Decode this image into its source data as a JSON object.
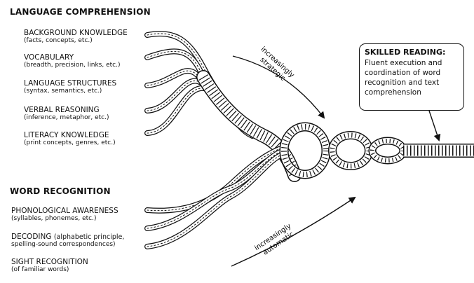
{
  "language_comprehension": {
    "heading": "LANGUAGE COMPREHENSION",
    "strands": [
      {
        "title": "BACKGROUND KNOWLEDGE",
        "detail": "(facts, concepts, etc.)"
      },
      {
        "title": "VOCABULARY",
        "detail": "(breadth, precision, links, etc.)"
      },
      {
        "title": "LANGUAGE STRUCTURES",
        "detail": "(syntax, semantics, etc.)"
      },
      {
        "title": "VERBAL REASONING",
        "detail": "(inference, metaphor, etc.)"
      },
      {
        "title": "LITERACY KNOWLEDGE",
        "detail": "(print concepts, genres, etc.)"
      }
    ]
  },
  "word_recognition": {
    "heading": "WORD RECOGNITION",
    "strands": [
      {
        "title": "PHONOLOGICAL AWARENESS",
        "detail": "(syllables, phonemes, etc.)"
      },
      {
        "title": "DECODING",
        "detail": "(alphabetic principle,",
        "detail2": "spelling-sound correspondences)"
      },
      {
        "title": "SIGHT RECOGNITION",
        "detail": "(of familiar words)"
      }
    ]
  },
  "arrows": {
    "top": "increasingly strategic",
    "bottom": "increasingly automatic"
  },
  "skilled_reading": {
    "title": "SKILLED READING:",
    "body": "Fluent execution and coordination of word recognition and text comprehension"
  }
}
